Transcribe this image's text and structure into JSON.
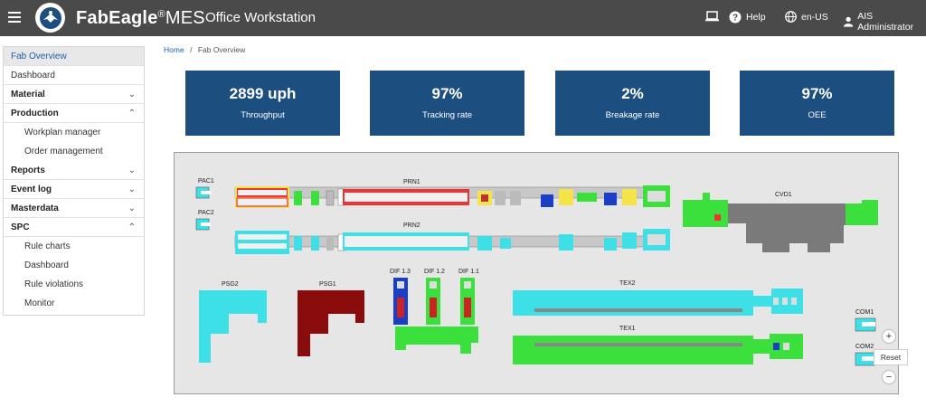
{
  "header": {
    "brand_bold": "FabEagle",
    "brand_reg": "®",
    "brand_light": "MES",
    "app_title": "Office Workstation",
    "help": "Help",
    "lang": "en-US",
    "user": "AIS Administrator",
    "colors": {
      "bar": "#4a4a4a",
      "accent": "#1a5fa8"
    },
    "icons": [
      "menu-icon",
      "monitor-icon",
      "help-icon",
      "globe-icon",
      "user-icon"
    ]
  },
  "sidebar": {
    "items": [
      {
        "label": "Fab Overview",
        "type": "active"
      },
      {
        "label": "Dashboard",
        "type": "item"
      },
      {
        "label": "Material",
        "type": "group",
        "chev": "⌄"
      },
      {
        "label": "Production",
        "type": "group",
        "chev": "⌃"
      },
      {
        "label": "Workplan manager",
        "type": "sub"
      },
      {
        "label": "Order management",
        "type": "sub"
      },
      {
        "label": "Reports",
        "type": "group",
        "chev": "⌄"
      },
      {
        "label": "Event log",
        "type": "group",
        "chev": "⌄"
      },
      {
        "label": "Masterdata",
        "type": "group",
        "chev": "⌄"
      },
      {
        "label": "SPC",
        "type": "group",
        "chev": "⌃"
      },
      {
        "label": "Rule charts",
        "type": "sub"
      },
      {
        "label": "Dashboard",
        "type": "sub"
      },
      {
        "label": "Rule violations",
        "type": "sub"
      },
      {
        "label": "Monitor",
        "type": "sub"
      }
    ]
  },
  "breadcrumb": {
    "home": "Home",
    "sep": "/",
    "current": "Fab Overview"
  },
  "kpis": [
    {
      "value": "2899 uph",
      "label": "Throughput"
    },
    {
      "value": "97%",
      "label": "Tracking rate"
    },
    {
      "value": "2%",
      "label": "Breakage rate"
    },
    {
      "value": "97%",
      "label": "OEE"
    }
  ],
  "map": {
    "labels": {
      "pac1": "PAC1",
      "pac2": "PAC2",
      "prn1": "PRN1",
      "prn2": "PRN2",
      "cvd1": "CVD1",
      "psg2": "PSG2",
      "psg1": "PSG1",
      "dif13": "DIF 1.3",
      "dif12": "DIF 1.2",
      "dif11": "DIF 1.1",
      "tex2": "TEX2",
      "tex1": "TEX1",
      "com1": "COM1",
      "com2": "COM2"
    },
    "zoom_in": "+",
    "zoom_out": "−",
    "reset": "Reset"
  }
}
